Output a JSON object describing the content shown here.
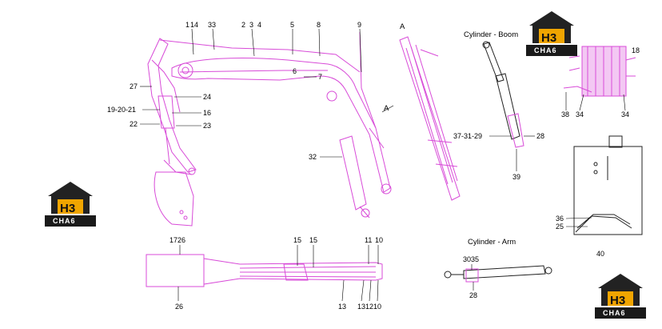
{
  "colors": {
    "part": "#d84bd8",
    "partFill": "#f3c8f3",
    "ink": "#222222",
    "logoOrange": "#f0a500"
  },
  "captions": {
    "boom": "Cylinder - Boom",
    "arm": "Cylinder - Arm",
    "view": "A",
    "view_mark": "A"
  },
  "logo": {
    "mark": "H3",
    "word": "CHA6"
  },
  "labels": {
    "l1": "1",
    "l14": "14",
    "l33": "33",
    "l2": "2",
    "l3": "3",
    "l4": "4",
    "l5": "5",
    "l8": "8",
    "l9": "9",
    "l6": "6",
    "l7": "7",
    "l27": "27",
    "l24": "24",
    "l19_21": "19-20-21",
    "l16": "16",
    "l22": "22",
    "l23": "23",
    "l32": "32",
    "l18": "18",
    "l38": "38",
    "l34a": "34",
    "l34b": "34",
    "l37": "37-31-29",
    "l28a": "28",
    "l39": "39",
    "l36": "36",
    "l25": "25",
    "l40": "40",
    "l1726": "1726",
    "l15a": "15",
    "l15b": "15",
    "l11": "11",
    "l10": "10",
    "l26": "26",
    "l13": "13",
    "l131210": "131210",
    "l3035": "3035",
    "l28b": "28"
  }
}
